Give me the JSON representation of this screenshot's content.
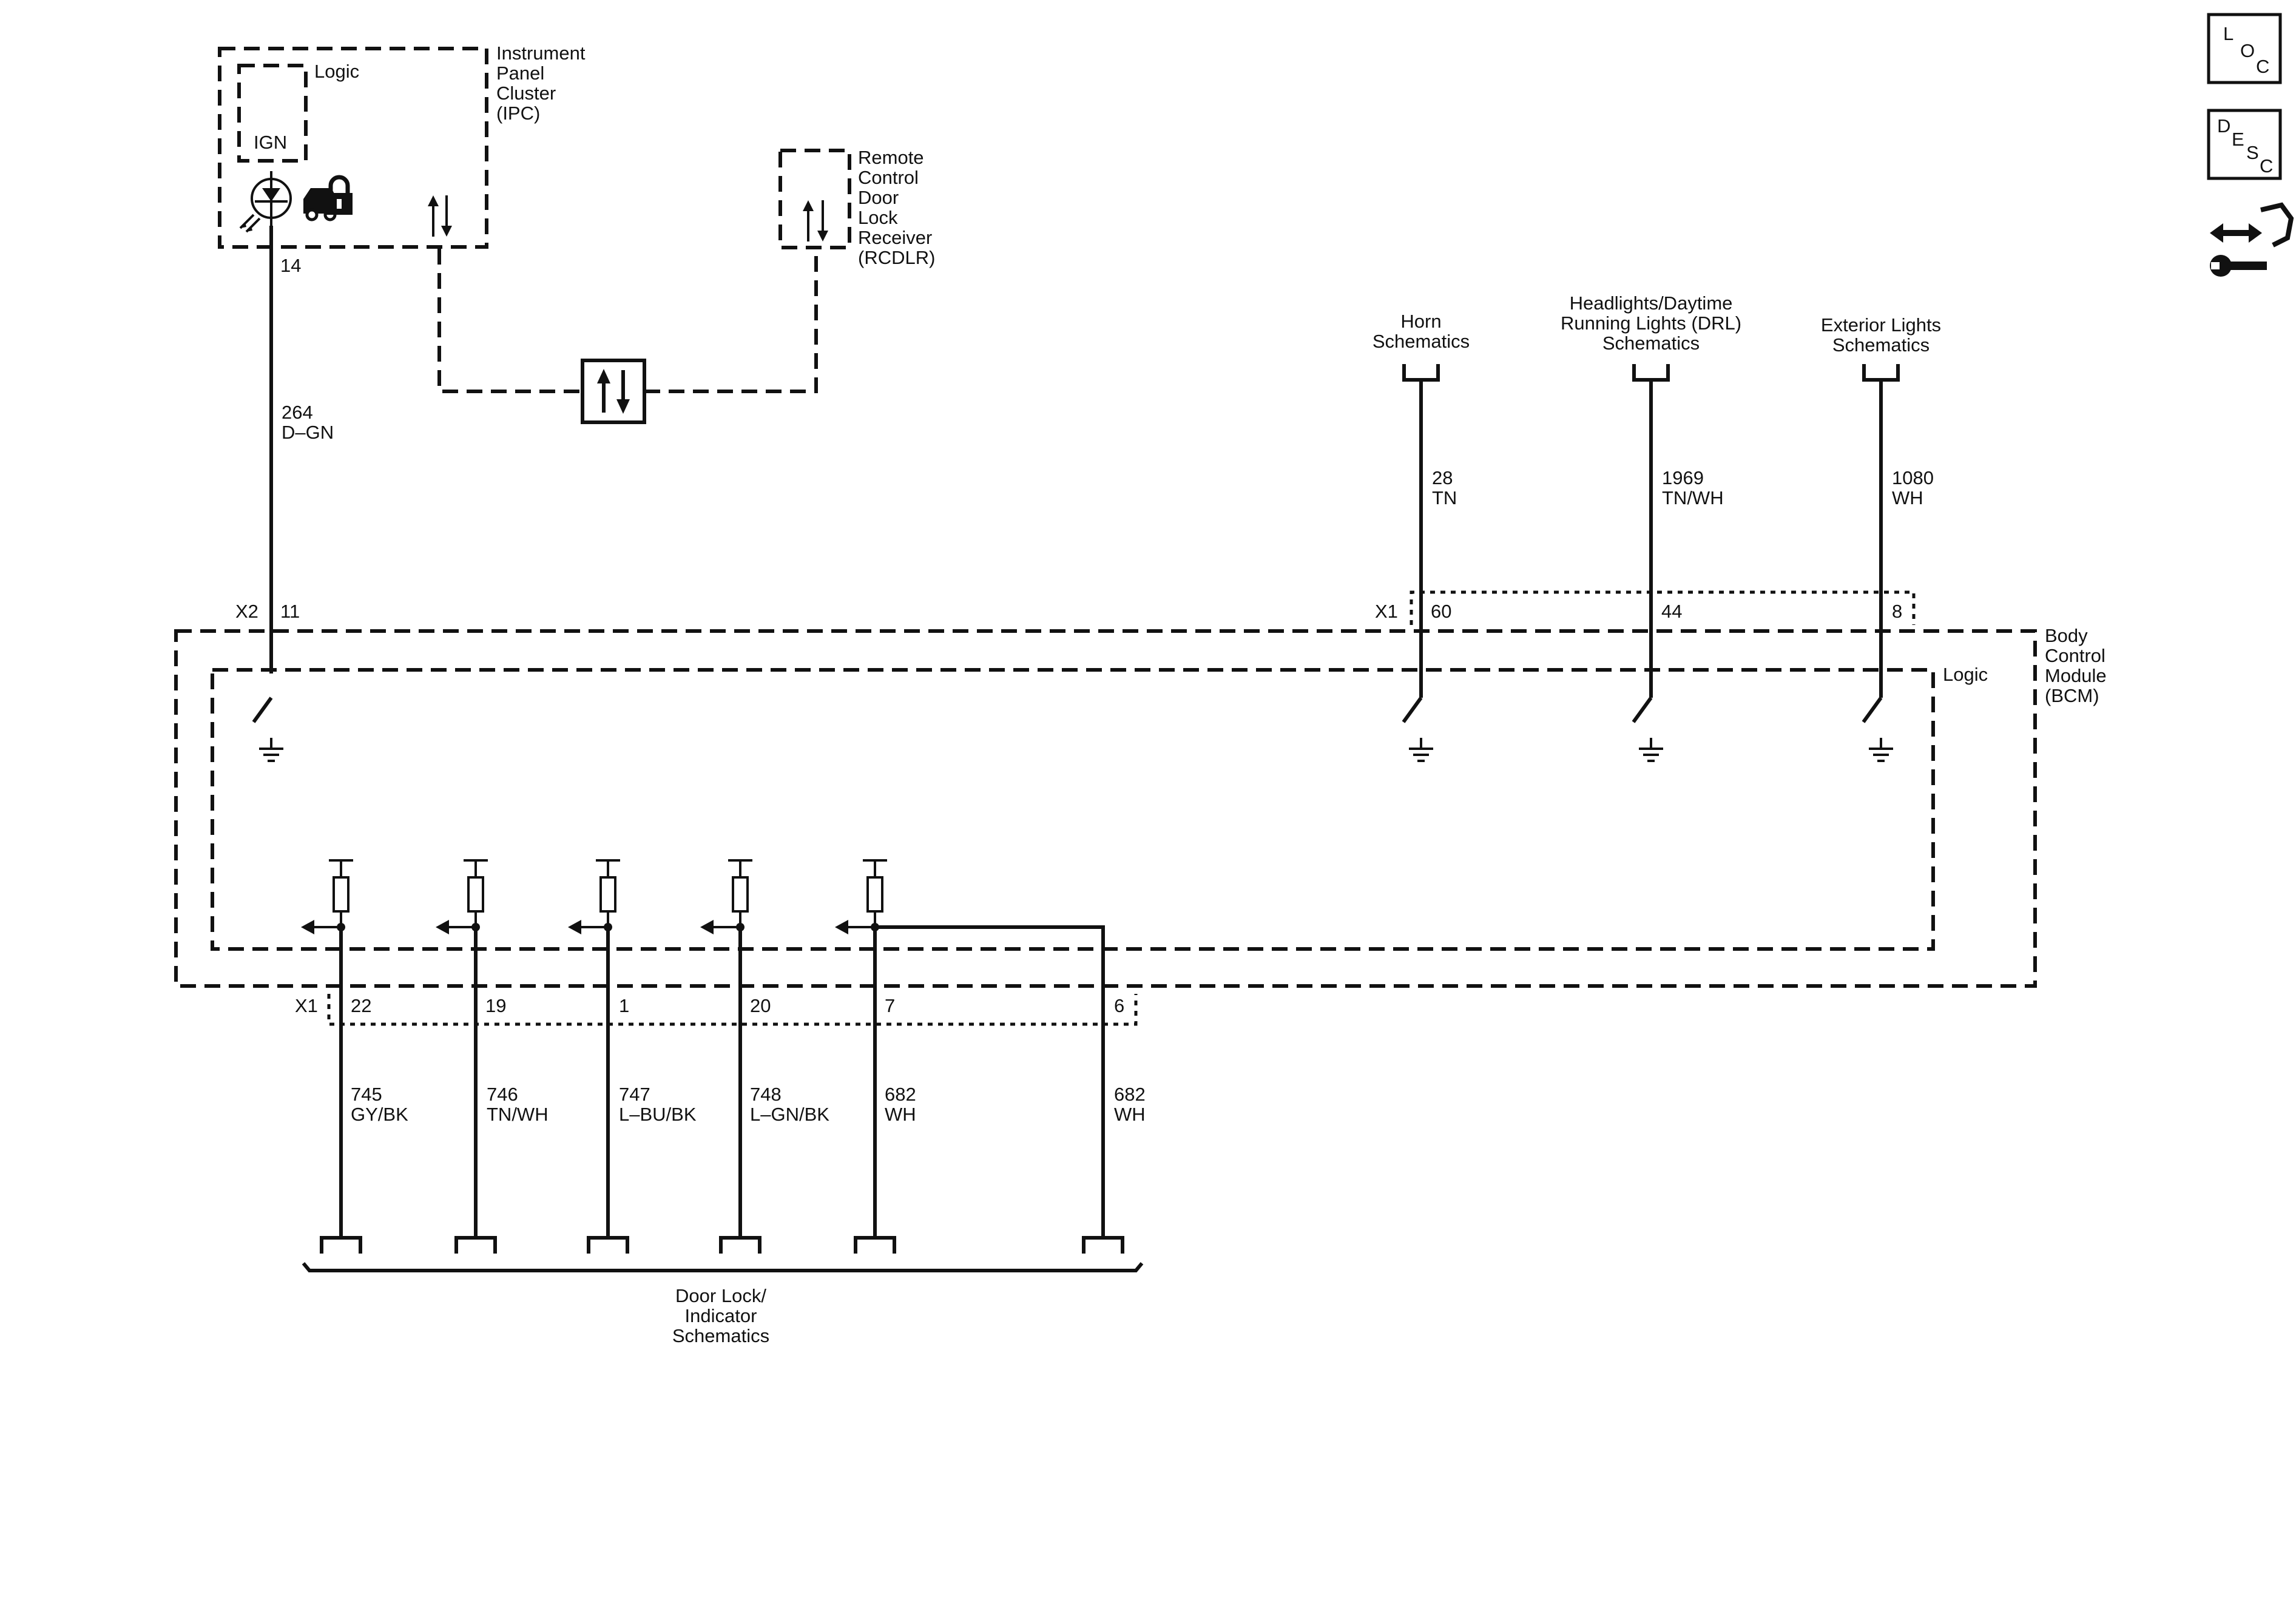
{
  "components": {
    "ipc": {
      "name_lines": [
        "Instrument",
        "Panel",
        "Cluster",
        "(IPC)"
      ],
      "logic_label": "Logic",
      "ign_label": "IGN",
      "pin": "14"
    },
    "rcdlr": {
      "name_lines": [
        "Remote",
        "Control",
        "Door",
        "Lock",
        "Receiver",
        "(RCDLR)"
      ]
    },
    "bcm": {
      "name_lines": [
        "Body",
        "Control",
        "Module",
        "(BCM)"
      ],
      "logic_label": "Logic",
      "x2": {
        "connector": "X2",
        "pin": "11"
      },
      "x1_top": {
        "connector": "X1",
        "pins": [
          "60",
          "44",
          "8"
        ]
      },
      "x1_bottom": {
        "connector": "X1",
        "pins": [
          "22",
          "19",
          "1",
          "20",
          "7",
          "6"
        ]
      }
    }
  },
  "wires": {
    "ipc_bcm": {
      "circuit": "264",
      "color": "D–GN"
    },
    "top": [
      {
        "circuit": "28",
        "color": "TN"
      },
      {
        "circuit": "1969",
        "color": "TN/WH"
      },
      {
        "circuit": "1080",
        "color": "WH"
      }
    ],
    "bottom": [
      {
        "circuit": "745",
        "color": "GY/BK"
      },
      {
        "circuit": "746",
        "color": "TN/WH"
      },
      {
        "circuit": "747",
        "color": "L–BU/BK"
      },
      {
        "circuit": "748",
        "color": "L–GN/BK"
      },
      {
        "circuit": "682",
        "color": "WH"
      },
      {
        "circuit": "682",
        "color": "WH"
      }
    ]
  },
  "references": {
    "horn": [
      "Horn",
      "Schematics"
    ],
    "headlights": [
      "Headlights/Daytime",
      "Running Lights (DRL)",
      "Schematics"
    ],
    "exterior": [
      "Exterior Lights",
      "Schematics"
    ],
    "door_lock": [
      "Door Lock/",
      "Indicator",
      "Schematics"
    ]
  },
  "nav": {
    "loc": [
      "L",
      "O",
      "C"
    ],
    "desc": [
      "D",
      "E",
      "S",
      "C"
    ]
  },
  "icons": {
    "lock_status": "car-lock-icon",
    "data_link": "bidirectional-data-icon",
    "connector_view": "connector-wrench-icon"
  }
}
